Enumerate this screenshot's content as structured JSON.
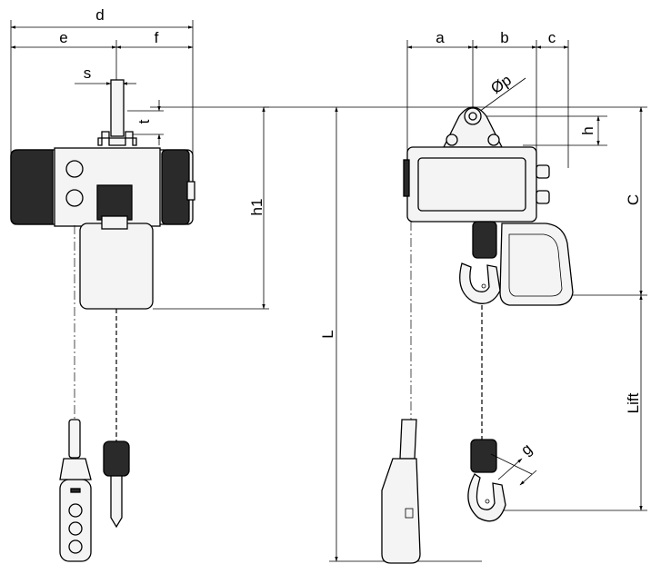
{
  "diagram": {
    "labels": {
      "d": "d",
      "e": "e",
      "f": "f",
      "s": "s",
      "t": "t",
      "h1": "h1",
      "L": "L",
      "a": "a",
      "b": "b",
      "c": "c",
      "phi_p": "Øp",
      "h": "h",
      "C": "C",
      "lift": "Lift",
      "g": "g"
    },
    "colors": {
      "line": "#000000",
      "background": "#ffffff"
    }
  }
}
